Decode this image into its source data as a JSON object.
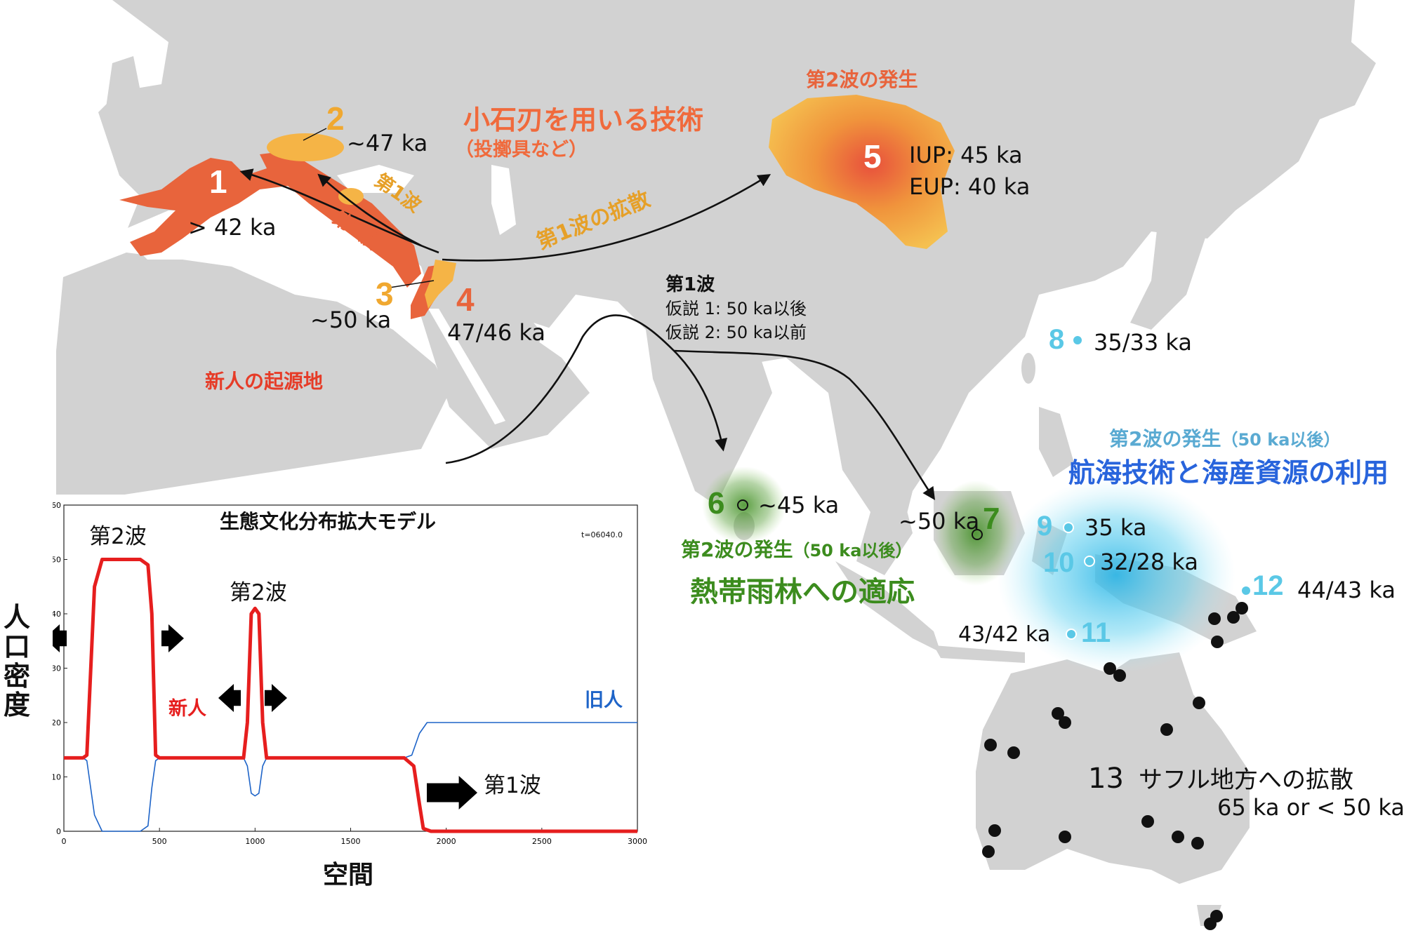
{
  "map": {
    "labels": {
      "site1": "1",
      "site1_age": "> 42 ka",
      "site2": "2",
      "site2_age": "~47 ka",
      "site3": "3",
      "site3_age": "~50 ka",
      "site4": "4",
      "site4_age": "47/46 ka",
      "site5": "5",
      "site5_iup": "IUP: 45 ka",
      "site5_eup": "EUP: 40 ka",
      "site6": "6",
      "site6_age": "~45 ka",
      "site7": "7",
      "site7_age": "~50 ka",
      "site8": "8",
      "site8_age": "35/33 ka",
      "site9": "9",
      "site9_age": "35 ka",
      "site10": "10",
      "site10_age": "32/28 ka",
      "site11": "11",
      "site11_age": "43/42 ka",
      "site12": "12",
      "site12_age": "44/43 ka",
      "site13": "13",
      "site13_text": "サフル地方への拡散",
      "site13_age": "65 ka or < 50 ka",
      "wave1_a": "第1波",
      "wave2_a": "第2波",
      "wave1_spread": "第1波の拡散",
      "wave2_origin_north": "第2波の発生",
      "microblade_tech": "小石刃を用いる技術",
      "microblade_sub": "（投擲具など）",
      "origin_modern_humans": "新人の起源地",
      "wave1_title": "第1波",
      "hypothesis1": "仮説 1: 50 ka以後",
      "hypothesis2": "仮説 2: 50 ka以前",
      "wave2_origin_sea_main": "第2波の発生",
      "wave2_origin_sea_sub": "（50 ka以後）",
      "maritime_tech": "航海技術と海産資源の利用",
      "wave2_origin_forest_main": "第2波の発生",
      "wave2_origin_forest_sub": "（50 ka以後）",
      "rainforest_adapt": "熱帯雨林への適応"
    },
    "colors": {
      "land": "#d2d2d2",
      "sea": "#ffffff",
      "wave2_red": "#e8643c",
      "wave1_orange": "#f5b446",
      "green": "#3c8c1e",
      "cyan": "#5ac8e6",
      "blue": "#2864dc"
    }
  },
  "chart": {
    "title": "生態文化分布拡大モデル",
    "timestamp": "t=06040.0",
    "ylabel": "人口密度",
    "xlabel": "空間",
    "annotations": {
      "wave2_left": "第2波",
      "wave2_center": "第2波",
      "new_humans": "新人",
      "old_humans": "旧人",
      "wave1": "第1波"
    },
    "x_ticks": [
      "0",
      "500",
      "1000",
      "1500",
      "2000",
      "2500",
      "3000"
    ],
    "y_ticks": [
      "0",
      "10",
      "20",
      "30",
      "40",
      "50",
      "60"
    ]
  },
  "chart_data": {
    "type": "line",
    "title": "生態文化分布拡大モデル",
    "xlabel": "空間",
    "ylabel": "人口密度",
    "xlim": [
      0,
      3000
    ],
    "ylim": [
      0,
      60
    ],
    "series": [
      {
        "name": "新人",
        "color": "#e61e1e",
        "x": [
          0,
          100,
          120,
          160,
          200,
          400,
          440,
          460,
          480,
          500,
          900,
          940,
          960,
          980,
          1000,
          1020,
          1040,
          1060,
          1100,
          1700,
          1780,
          1830,
          1860,
          1880,
          1920,
          3000
        ],
        "y": [
          13.5,
          13.5,
          14,
          45,
          50,
          50,
          49,
          40,
          14,
          13.5,
          13.5,
          13.5,
          20,
          40,
          41,
          40,
          20,
          13.5,
          13.5,
          13.5,
          13.5,
          12,
          5,
          0.5,
          0,
          0
        ]
      },
      {
        "name": "旧人",
        "color": "#1e64c8",
        "x": [
          0,
          100,
          120,
          160,
          200,
          400,
          440,
          460,
          480,
          500,
          900,
          940,
          960,
          980,
          1000,
          1020,
          1040,
          1060,
          1100,
          1700,
          1780,
          1820,
          1860,
          1900,
          1940,
          3000
        ],
        "y": [
          13.5,
          13.5,
          13,
          3,
          0,
          0,
          1,
          8,
          13,
          13.5,
          13.5,
          13.5,
          12,
          7,
          6.5,
          7,
          12,
          13.5,
          13.5,
          13.5,
          13.5,
          14,
          18,
          20,
          20,
          20
        ]
      }
    ]
  }
}
